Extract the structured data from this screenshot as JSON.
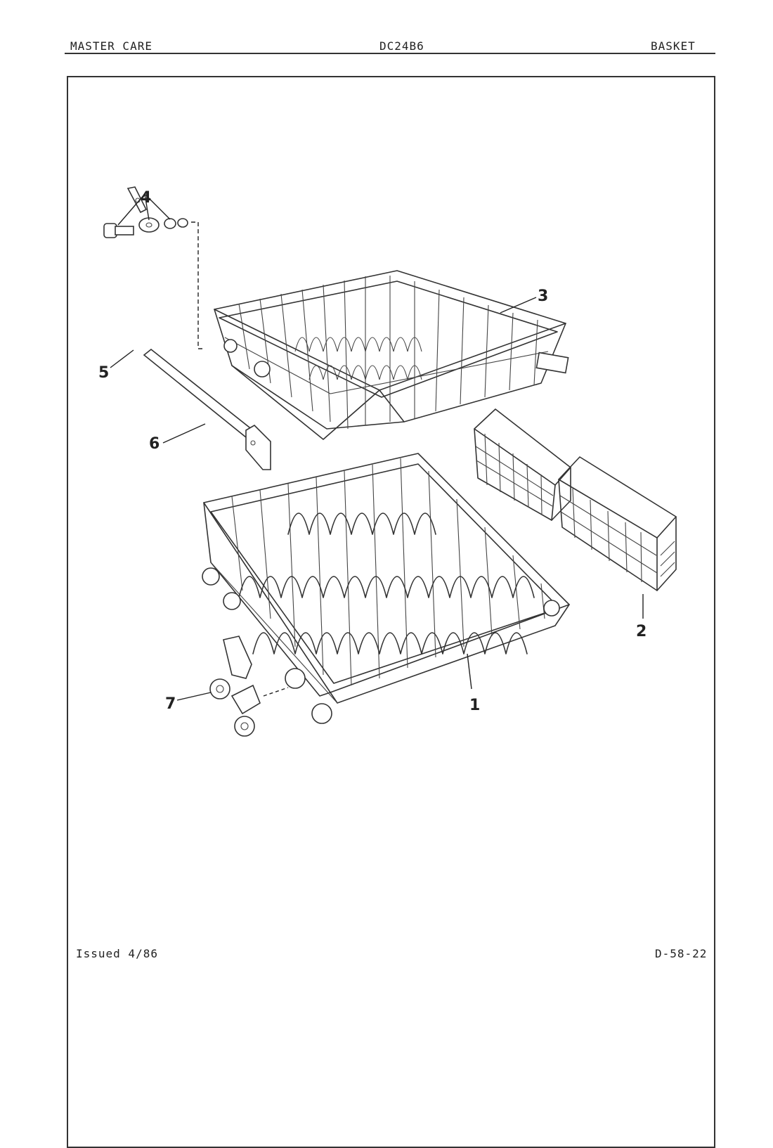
{
  "header": {
    "left": "MASTER CARE",
    "center": "DC24B6",
    "right": "BASKET"
  },
  "footer": {
    "issued": "Issued 4/86",
    "code": "D-58-22"
  },
  "callouts": [
    "1",
    "2",
    "3",
    "4",
    "5",
    "6",
    "7"
  ]
}
